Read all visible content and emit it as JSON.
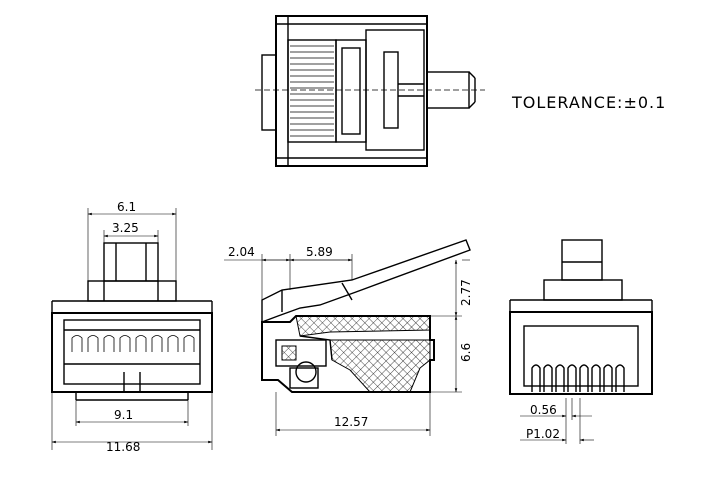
{
  "tolerance": "TOLERANCE:±0.1",
  "front_view": {
    "dims": {
      "top_outer": "6.1",
      "top_inner": "3.25",
      "pin_span": "9.1",
      "overall_width": "11.68"
    }
  },
  "side_view": {
    "dims": {
      "latch_offset": "2.04",
      "latch_length": "5.89",
      "latch_height": "2.77",
      "body_height": "6.6",
      "body_length": "12.57"
    }
  },
  "rear_view": {
    "dims": {
      "pin_width": "0.56",
      "pin_pitch": "P1.02"
    }
  }
}
